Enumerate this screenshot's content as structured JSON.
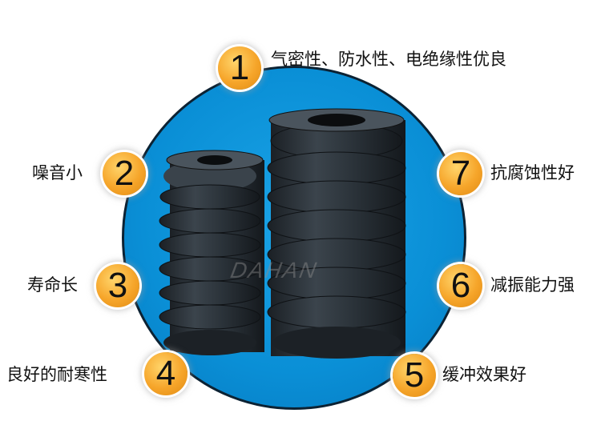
{
  "colors": {
    "circle": "#0a8fd6",
    "badge": "#f6a52a",
    "rubber": "#2a3138",
    "text": "#111111"
  },
  "features": [
    {
      "number": "1",
      "text": "气密性、防水性、电绝缘性优良"
    },
    {
      "number": "2",
      "text": "噪音小"
    },
    {
      "number": "3",
      "text": "寿命长"
    },
    {
      "number": "4",
      "text": "良好的耐寒性"
    },
    {
      "number": "5",
      "text": "缓冲效果好"
    },
    {
      "number": "6",
      "text": "减振能力强"
    },
    {
      "number": "7",
      "text": "抗腐蚀性好"
    }
  ],
  "watermark": "DAHAN"
}
